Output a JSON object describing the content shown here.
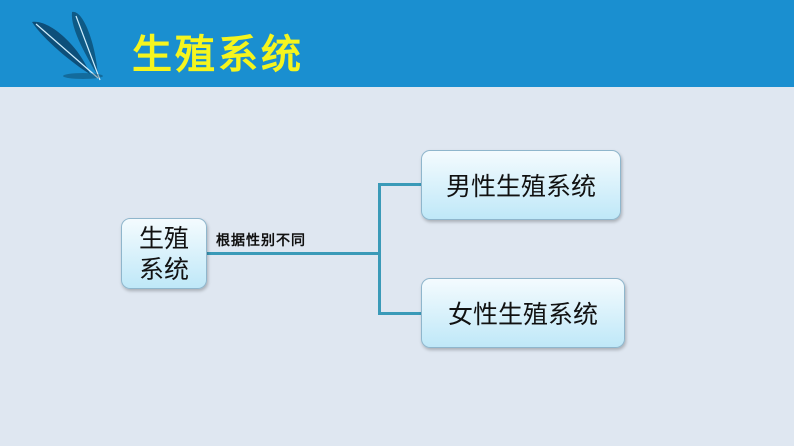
{
  "header": {
    "title": "生殖系统"
  },
  "diagram": {
    "root": {
      "line1": "生殖",
      "line2": "系统"
    },
    "edge_label": "根据性别不同",
    "children": [
      {
        "label": "男性生殖系统"
      },
      {
        "label": "女性生殖系统"
      }
    ]
  },
  "colors": {
    "header": "#1a8fd0",
    "title": "#f5f51e",
    "line": "#3a9ab8"
  }
}
